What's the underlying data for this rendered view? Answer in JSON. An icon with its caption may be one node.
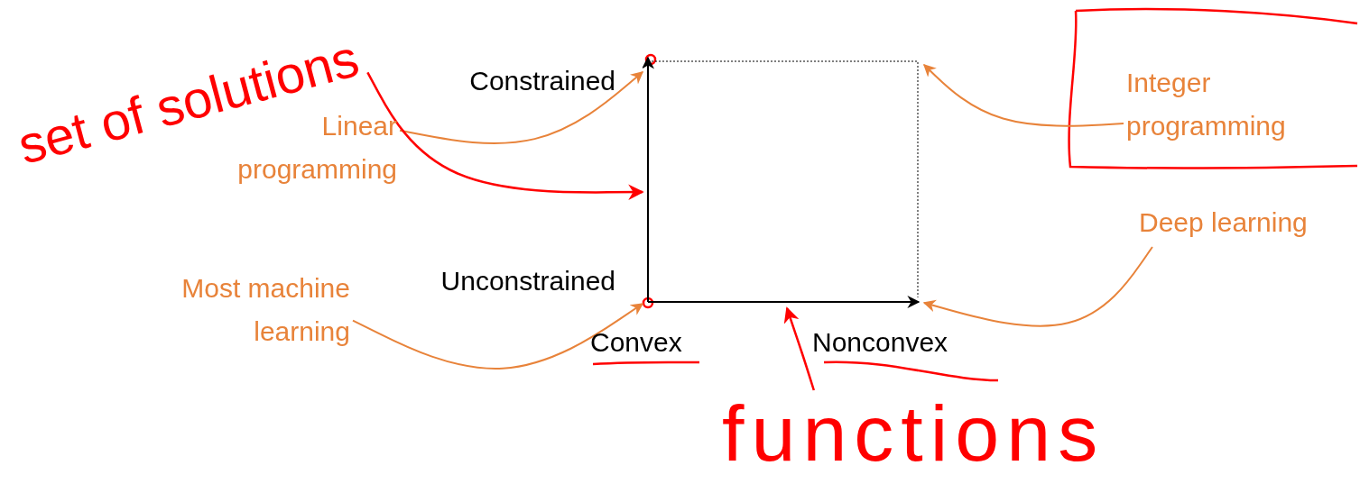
{
  "diagram": {
    "nodes": [
      {
        "text": [
          "Constrained"
        ]
      },
      {
        "text": [
          "Unconstrained"
        ]
      },
      {
        "text": [
          "Convex"
        ]
      },
      {
        "text": [
          "Nonconvex"
        ]
      },
      {
        "text": [
          "Linear programming"
        ]
      },
      {
        "text": [
          "Integer programming"
        ]
      },
      {
        "text": [
          "Most machine learning"
        ]
      },
      {
        "text": [
          "Deep learning"
        ]
      },
      {
        "text": [
          "set of solutions"
        ]
      },
      {
        "text": [
          "functions"
        ]
      },
      {
        "text": [],
        "shape": "box"
      }
    ],
    "edges": [
      {
        "from": 4,
        "to": 10,
        "arrow": "to"
      },
      {
        "from": 5,
        "to": 10,
        "arrow": "to"
      },
      {
        "from": 6,
        "to": 10,
        "arrow": "to"
      },
      {
        "from": 7,
        "to": 10,
        "arrow": "to"
      },
      {
        "from": 8,
        "to": 10,
        "arrow": "to",
        "color": "#ff0000"
      },
      {
        "from": 9,
        "to": 10,
        "arrow": "to",
        "color": "#ff0000"
      }
    ]
  }
}
